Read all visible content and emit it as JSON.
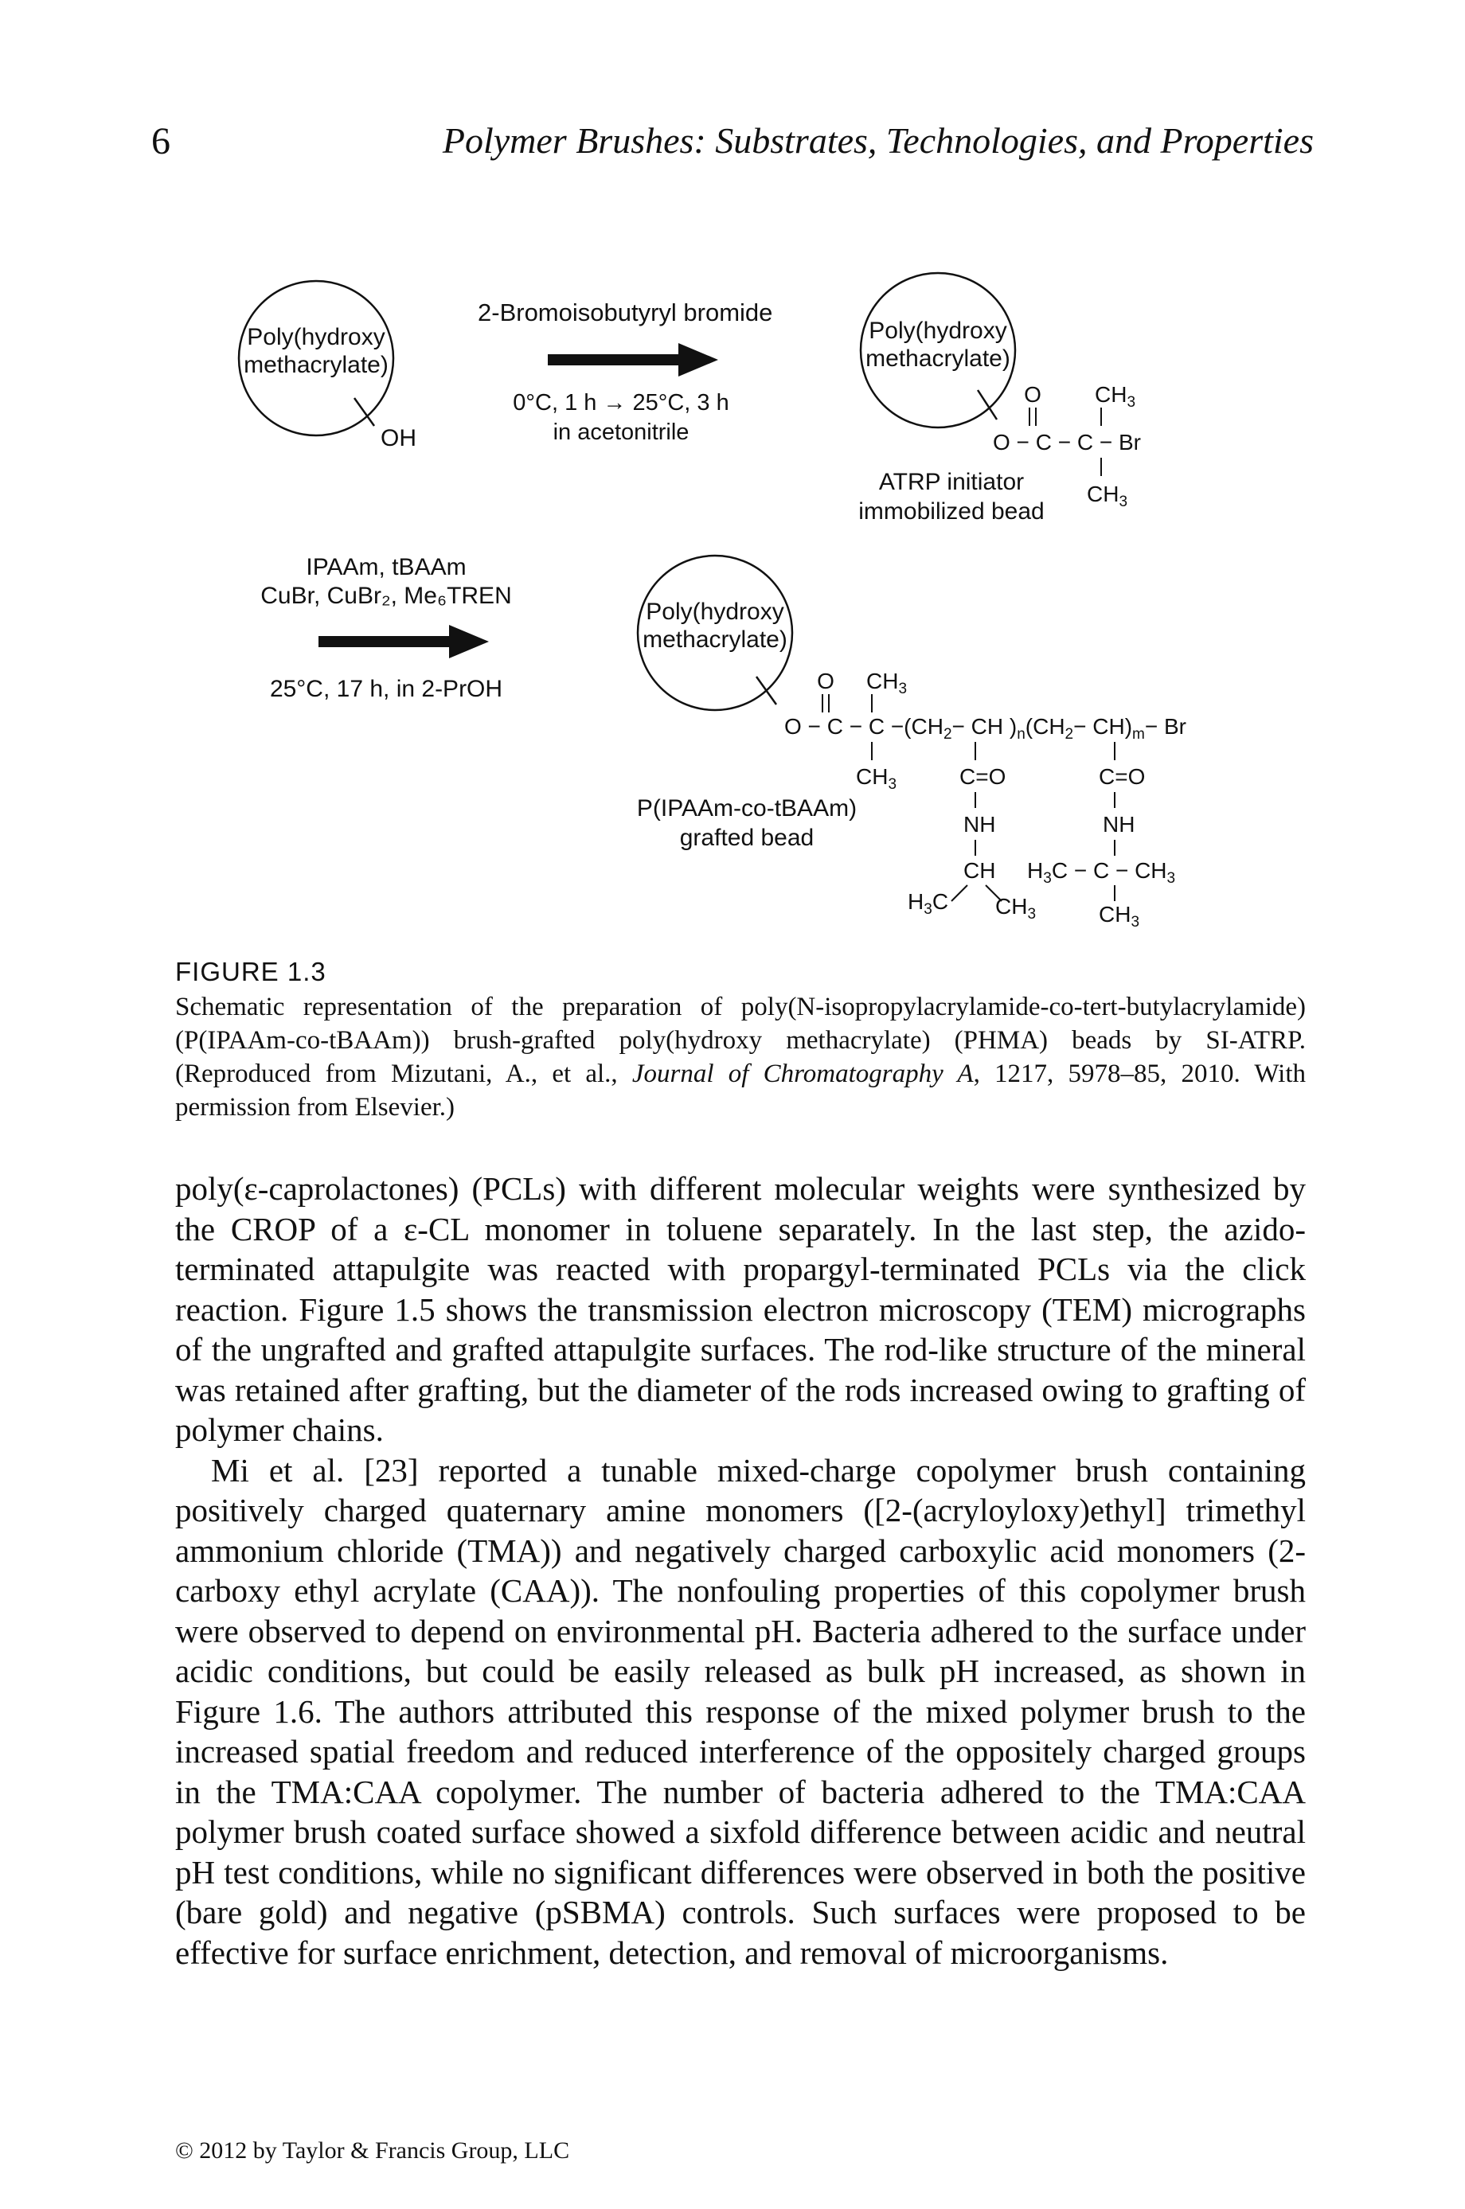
{
  "header": {
    "page_number": "6",
    "running_title": "Polymer Brushes: Substrates, Technologies, and Properties"
  },
  "scheme": {
    "bead_label_line1": "Poly(hydroxy",
    "bead_label_line2": "methacrylate)",
    "oh_label": "OH",
    "step1_reagent": "2-Bromoisobutyryl bromide",
    "step1_conditions_line1": "0°C, 1 h → 25°C, 3 h",
    "step1_conditions_line2": "in acetonitrile",
    "initiator_label_line1": "ATRP initiator",
    "initiator_label_line2": "immobilized bead",
    "step2_reagents_line1": "IPAAm, tBAAm",
    "step2_reagents_line2": "CuBr, CuBr₂, Me₆TREN",
    "step2_conditions": "25°C, 17 h, in 2-PrOH",
    "product_label_line1": "P(IPAAm-co-tBAAm)",
    "product_label_line2": "grafted bead"
  },
  "caption": {
    "label": "FIGURE 1.3",
    "text_before_italic": "Schematic representation of the preparation of poly(N-isopropylacrylamide-co-tert-butylacrylamide) (P(IPAAm-co-tBAAm)) brush-grafted poly(hydroxy methacrylate) (PHMA) beads by SI-ATRP. (Reproduced from Mizutani, A., et al., ",
    "journal": "Journal of Chromatography A",
    "text_after_italic": ", 1217, 5978–85, 2010. With permission from Elsevier.)"
  },
  "body": {
    "paragraph1": "poly(ε-caprolactones) (PCLs) with different molecular weights were synthesized by the CROP of a ε-CL monomer in toluene separately. In the last step, the azido-terminated attapulgite was reacted with propargyl-terminated PCLs via the click reaction. Figure 1.5 shows the transmission electron microscopy (TEM) micrographs of the ungrafted and grafted attapulgite surfaces. The rod-like structure of the mineral was retained after grafting, but the diameter of the rods increased owing to grafting of polymer chains.",
    "paragraph2": "Mi et al. [23] reported a tunable mixed-charge copolymer brush containing positively charged quaternary amine monomers ([2-(acryloyloxy)ethyl] trimethyl ammonium chloride (TMA)) and negatively charged carboxylic acid monomers (2-carboxy ethyl acrylate (CAA)). The nonfouling properties of this copolymer brush were observed to depend on environmental pH. Bacteria adhered to the surface under acidic conditions, but could be easily released as bulk pH increased, as shown in Figure 1.6. The authors attributed this response of the mixed polymer brush to the increased spatial freedom and reduced interference of the oppositely charged groups in the TMA:CAA copolymer. The number of bacteria adhered to the TMA:CAA polymer brush coated surface showed a sixfold difference between acidic and neutral pH test conditions, while no significant differences were observed in both the positive (bare gold) and negative (pSBMA) controls. Such surfaces were proposed to be effective for surface enrichment, detection, and removal of microorganisms."
  },
  "footer": {
    "copyright": "© 2012 by Taylor & Francis Group, LLC"
  }
}
